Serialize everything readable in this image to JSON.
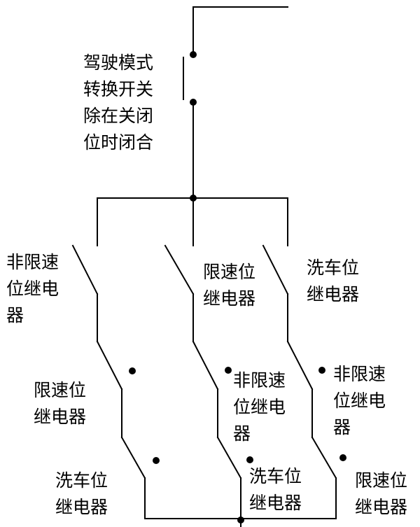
{
  "labels": {
    "mode_switch": "驾驶模式\n转换开关\n除在关闭\n位时闭合",
    "col1_top": "非限速\n位继电\n器",
    "col2_top": "限速位\n继电器",
    "col3_top": "洗车位\n继电器",
    "col1_mid": "限速位\n继电器",
    "col2_mid": "非限速\n位继电\n器",
    "col3_mid": "非限速\n位继电\n器",
    "col1_bot": "洗车位\n继电器",
    "col2_bot": "洗车位\n继电器",
    "col3_bot": "限速位\n继电器"
  },
  "colors": {
    "line": "#000000",
    "background": "#ffffff"
  }
}
